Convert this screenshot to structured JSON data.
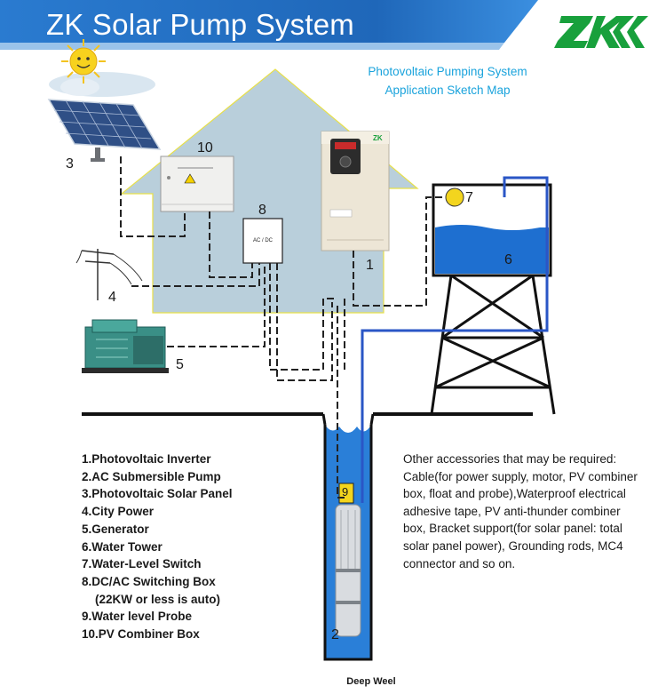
{
  "header": {
    "title": "ZK Solar Pump System",
    "logo_text": "ZK"
  },
  "diagram": {
    "title_line1": "Photovoltaic Pumping System",
    "title_line2": "Application Sketch Map",
    "switch_box_label": "AC / DC",
    "inverter_brand": "ZK",
    "numbers": {
      "n1": "1",
      "n2": "2",
      "n3": "3",
      "n4": "4",
      "n5": "5",
      "n6": "6",
      "n7": "7",
      "n8": "8",
      "n9": "9",
      "n10": "10"
    },
    "caption": "Deep Weel"
  },
  "legend": [
    "1.Photovoltaic Inverter",
    "2.AC Submersible Pump",
    "3.Photovoltaic Solar Panel",
    "4.City Power",
    "5.Generator",
    "6.Water Tower",
    "7.Water-Level Switch",
    "8.DC/AC Switching Box",
    "(22KW or less is auto)",
    "9.Water level Probe",
    "10.PV Combiner Box"
  ],
  "notes": "Other accessories that may be required: Cable(for power supply, motor, PV combiner box, float and probe),Waterproof electrical adhesive tape, PV anti-thunder combiner box, Bracket support(for solar panel: total solar panel power), Grounding rods, MC4 connector and so on.",
  "colors": {
    "banner_blue": "#1f67b9",
    "house_fill": "#b9cfdb",
    "water_blue": "#1e6fd0",
    "pipe_blue": "#2a56c6",
    "logo_green": "#18a03c",
    "title_blue": "#1aa3dc"
  }
}
